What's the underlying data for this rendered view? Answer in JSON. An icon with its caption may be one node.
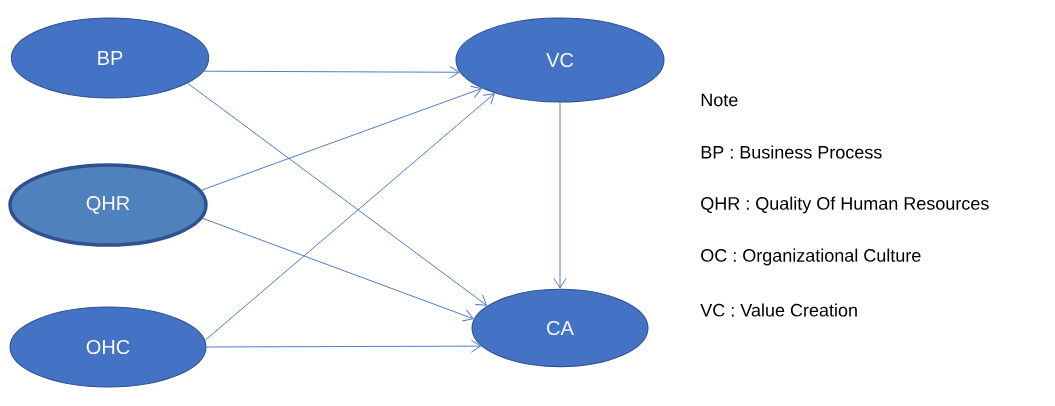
{
  "diagram": {
    "nodes": [
      {
        "text": [
          "BP"
        ]
      },
      {
        "text": [
          "QHR"
        ]
      },
      {
        "text": [
          "OHC"
        ]
      },
      {
        "text": [
          "VC"
        ]
      },
      {
        "text": [
          "CA"
        ]
      }
    ],
    "edges": [
      {
        "from": 0,
        "to": 3,
        "arrow": "to"
      },
      {
        "from": 0,
        "to": 4,
        "arrow": "to"
      },
      {
        "from": 1,
        "to": 3,
        "arrow": "to"
      },
      {
        "from": 1,
        "to": 4,
        "arrow": "to"
      },
      {
        "from": 2,
        "to": 3,
        "arrow": "to"
      },
      {
        "from": 2,
        "to": 4,
        "arrow": "to"
      },
      {
        "from": 3,
        "to": 4,
        "arrow": "to"
      }
    ],
    "labels": [
      "Note",
      "BP : Business Process",
      "QHR : Quality Of Human Resources",
      "OC : Organizational Culture",
      "VC : Value Creation"
    ]
  }
}
